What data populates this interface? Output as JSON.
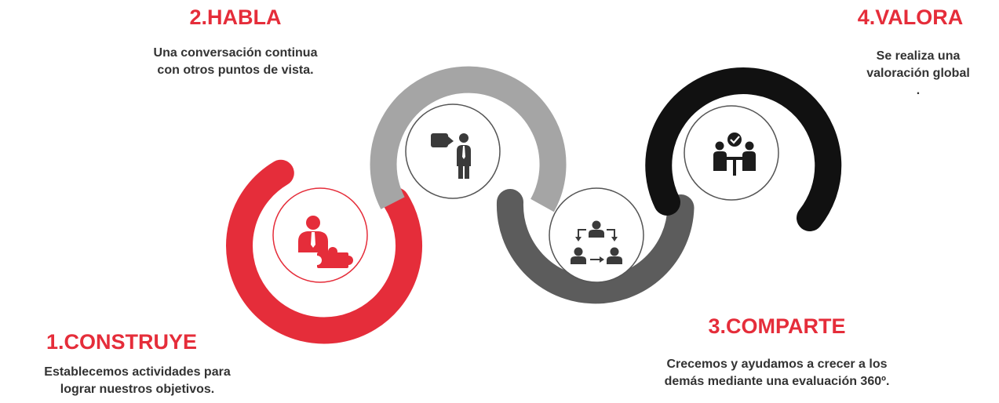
{
  "colors": {
    "red": "#e52d3a",
    "light_gray": "#a5a5a5",
    "dark_gray": "#5c5c5c",
    "black": "#111111",
    "icon_dark": "#3a3a3a"
  },
  "steps": [
    {
      "title": "1.CONSTRUYE",
      "description": "Establecemos actividades para\nlograr nuestros objetivos.",
      "color": "#e52d3a",
      "icon": "person-with-puzzle-icon"
    },
    {
      "title": "2.HABLA",
      "description": "Una conversación continua\ncon otros puntos de vista.",
      "color": "#e52d3a",
      "icon": "person-speaking-icon"
    },
    {
      "title": "3.COMPARTE",
      "description": "Crecemos y ayudamos a crecer a los\ndemás mediante una evaluación 360º.",
      "color": "#e52d3a",
      "icon": "people-exchange-icon"
    },
    {
      "title": "4.VALORA",
      "description": "Se realiza una\nvaloración global\n.",
      "color": "#e52d3a",
      "icon": "meeting-approval-icon"
    }
  ]
}
